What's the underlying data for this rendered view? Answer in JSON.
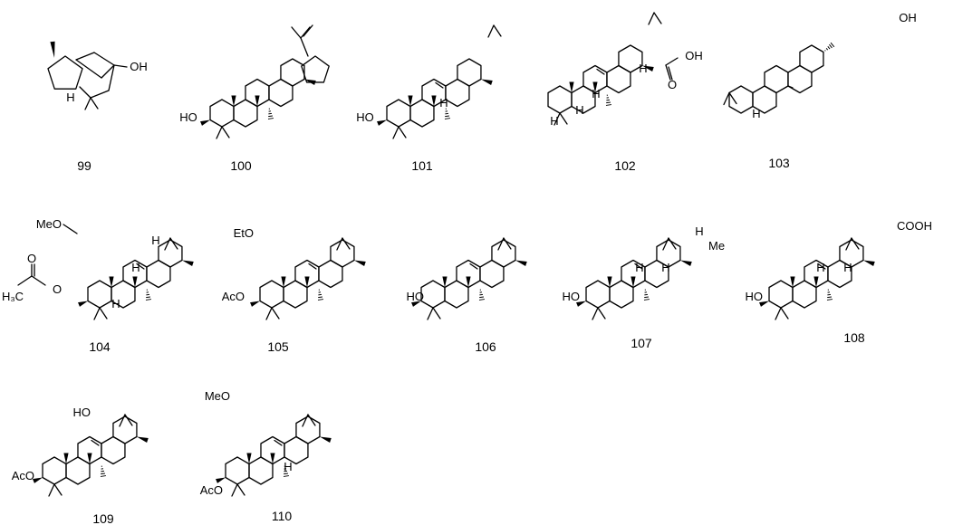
{
  "compounds": [
    {
      "number": "99",
      "labels": [
        "OH",
        "H"
      ]
    },
    {
      "number": "100",
      "labels": [
        "HO"
      ]
    },
    {
      "number": "101",
      "labels": [
        "HO",
        "H"
      ]
    },
    {
      "number": "102",
      "labels": [
        "OH",
        "O",
        "H",
        "H",
        "H",
        "H"
      ]
    },
    {
      "number": "103",
      "labels": [
        "OH",
        "H"
      ]
    },
    {
      "number": "104",
      "labels": [
        "MeO",
        "O",
        "H₃C",
        "O",
        "H",
        "H",
        "H"
      ]
    },
    {
      "number": "105",
      "labels": [
        "EtO",
        "AcO"
      ]
    },
    {
      "number": "106",
      "labels": [
        "HO"
      ]
    },
    {
      "number": "107",
      "labels": [
        "Me",
        "HO",
        "H",
        "H",
        "H"
      ]
    },
    {
      "number": "108",
      "labels": [
        "COOH",
        "HO",
        "H",
        "H"
      ]
    },
    {
      "number": "109",
      "labels": [
        "HO",
        "AcO"
      ]
    },
    {
      "number": "110",
      "labels": [
        "MeO",
        "AcO",
        "H"
      ]
    }
  ]
}
